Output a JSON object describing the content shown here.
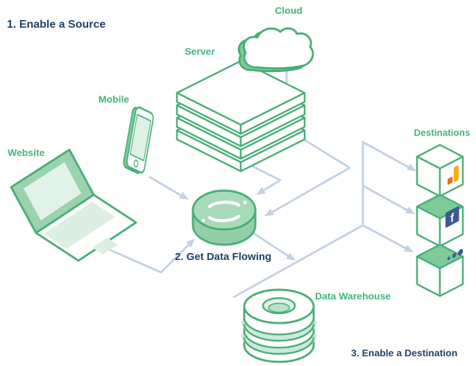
{
  "title": "Segment data flow diagram",
  "steps": {
    "step1": "1. Enable a Source",
    "step2": "2. Get Data Flowing",
    "step3": "3. Enable a Destination"
  },
  "sources": [
    {
      "id": "website",
      "label": "Website",
      "icon": "laptop-icon"
    },
    {
      "id": "mobile",
      "label": "Mobile",
      "icon": "smartphone-icon"
    },
    {
      "id": "server",
      "label": "Server",
      "icon": "server-stack-icon"
    },
    {
      "id": "cloud",
      "label": "Cloud",
      "icon": "cloud-icon"
    }
  ],
  "hub": {
    "name": "segment-hub",
    "icon": "segment-logo-icon"
  },
  "destinations": {
    "label": "Destinations",
    "items": [
      {
        "name": "google-analytics-cube",
        "icon": "google-analytics-icon",
        "glyph": ""
      },
      {
        "name": "facebook-cube",
        "icon": "facebook-icon",
        "glyph": "f"
      },
      {
        "name": "dots-app-cube",
        "icon": "three-dots-icon",
        "glyph": ""
      }
    ]
  },
  "warehouse": {
    "label": "Data Warehouse",
    "icon": "database-icon"
  },
  "colors": {
    "outline_green": "#4AAE78",
    "fill_green_medium": "#9BD3AF",
    "fill_green_light": "#DFF0E5",
    "hub_green": "#A7DAB8",
    "label_green": "#3FB57C",
    "label_navy": "#1F4266",
    "connector_blue": "#C3D1E4",
    "ga_orange_light": "#F9AB00",
    "ga_orange_dark": "#E8710A",
    "facebook_blue": "#3D5A98",
    "background": "#FFFFFF"
  }
}
